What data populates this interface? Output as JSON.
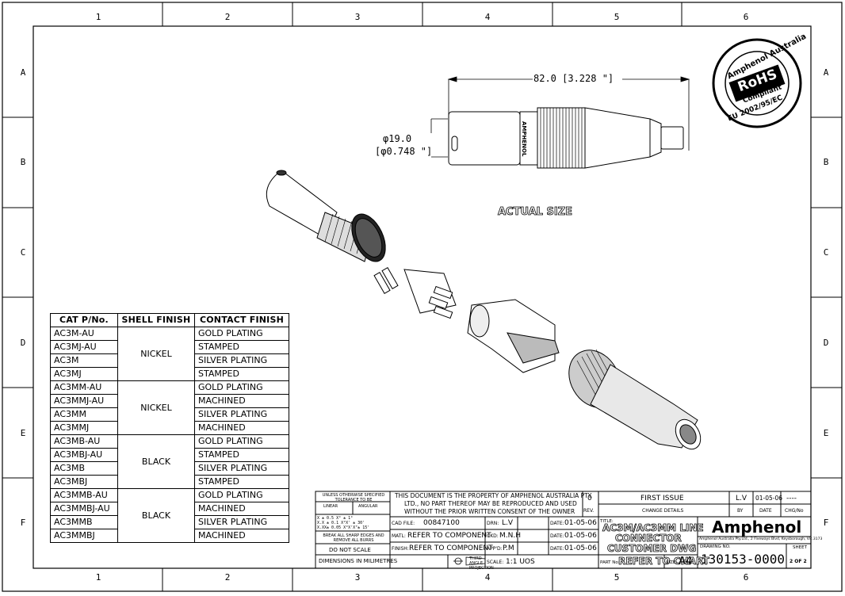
{
  "sheet_grid": {
    "columns": [
      "1",
      "2",
      "3",
      "4",
      "5",
      "6"
    ],
    "rows": [
      "A",
      "B",
      "C",
      "D",
      "E",
      "F"
    ]
  },
  "dimensions": {
    "length": "82.0 [3.228 \"]",
    "diameter_mm": "φ19.0",
    "diameter_in": "[φ0.748 \"]"
  },
  "part_marking": "AMPHENOL",
  "actual_size_label": "ACTUAL SIZE",
  "rohs_seal": {
    "top_text": "Amphenol Australia",
    "center_text": "RoHS",
    "sub_text": "Compliant",
    "bottom_text": "EU 2002/95/EC"
  },
  "catalog_table": {
    "headers": [
      "CAT P/No.",
      "SHELL FINISH",
      "CONTACT FINISH"
    ],
    "groups": [
      {
        "shell": "NICKEL",
        "rows": [
          {
            "part": "AC3M-AU",
            "contact": "GOLD PLATING"
          },
          {
            "part": "AC3MJ-AU",
            "contact": "STAMPED"
          },
          {
            "part": "AC3M",
            "contact": "SILVER PLATING"
          },
          {
            "part": "AC3MJ",
            "contact": "STAMPED"
          }
        ]
      },
      {
        "shell": "NICKEL",
        "rows": [
          {
            "part": "AC3MM-AU",
            "contact": "GOLD PLATING"
          },
          {
            "part": "AC3MMJ-AU",
            "contact": "MACHINED"
          },
          {
            "part": "AC3MM",
            "contact": "SILVER PLATING"
          },
          {
            "part": "AC3MMJ",
            "contact": "MACHINED"
          }
        ]
      },
      {
        "shell": "BLACK",
        "rows": [
          {
            "part": "AC3MB-AU",
            "contact": "GOLD PLATING"
          },
          {
            "part": "AC3MBJ-AU",
            "contact": "STAMPED"
          },
          {
            "part": "AC3MB",
            "contact": "SILVER PLATING"
          },
          {
            "part": "AC3MBJ",
            "contact": "STAMPED"
          }
        ]
      },
      {
        "shell": "BLACK",
        "rows": [
          {
            "part": "AC3MMB-AU",
            "contact": "GOLD PLATING"
          },
          {
            "part": "AC3MMBJ-AU",
            "contact": "MACHINED"
          },
          {
            "part": "AC3MMB",
            "contact": "SILVER PLATING"
          },
          {
            "part": "AC3MMBJ",
            "contact": "MACHINED"
          }
        ]
      }
    ]
  },
  "title_block": {
    "tolerance_heading": "UNLESS OTHERWISE SPECIFIED TOLERANCE TO BE",
    "linear": "LINEAR",
    "angular": "ANGULAR",
    "tol_rows": [
      "X ±   0.5    X° ±   1°",
      "X.X ±  0.1   X°X' ±  30'",
      "X.XX± 0.05  X°X'X\"± 15'"
    ],
    "break_edges": "BREAK ALL SHARP EDGES AND REMOVE ALL BURRS",
    "do_not_scale": "DO NOT SCALE",
    "dimensions_in": "DIMENSIONS IN MILIMETRES",
    "proprietary_1": "THIS DOCUMENT IS THE PROPERTY OF AMPHENOL AUSTRALIA PTY.",
    "proprietary_2": "LTD., NO PART THEREOF MAY BE REPRODUCED AND USED",
    "proprietary_3": "WITHOUT THE PRIOR WRITTEN CONSENT OF THE OWNER",
    "cad_file_label": "CAD FILE:",
    "cad_file": "00847100",
    "drn_label": "DRN:",
    "drn": "L.V",
    "matl_label": "MATL:",
    "matl": "REFER TO COMPONENT",
    "ckd_label": "CKD:",
    "ckd": "M.N.H",
    "finish_label": "FINISH:",
    "finish": "REFER TO COMPONENT",
    "appd_label": "APP'D:",
    "appd": "P.M",
    "date_label": "DATE:",
    "date": "01-05-06",
    "third_angle": "THIRD ANGLE PROJECTION",
    "scale_label": "SCALE:",
    "scale": "1:1 UOS",
    "rev_row": {
      "rev": "0",
      "change": "FIRST ISSUE",
      "by": "L.V",
      "date": "01-05-06",
      "chg": "----"
    },
    "rev_label": "REV.",
    "change_details": "CHANGE DETAILS",
    "by_label": "BY",
    "date_col_label": "DATE",
    "chg_label": "CHG/No",
    "title_label": "TITLE:",
    "title_1": "AC3M/AC3MM LINE",
    "title_2": "CONNECTOR",
    "title_3": "CUSTOMER DWG",
    "company": "Amphenol",
    "address": "Amphenol Australia Pty.Ltd., 2 Fiveways Blvd, Keysborough, Vic.3173",
    "drawing_no_label": "DRAWING NO.",
    "drawing_no": "130153-0000",
    "sheet_label": "SHEET",
    "sheet": "2 OF 2",
    "part_no_label": "PART No:",
    "part_no": "REFER TO CHART",
    "size_label": "SIZE:",
    "size": "A4"
  }
}
